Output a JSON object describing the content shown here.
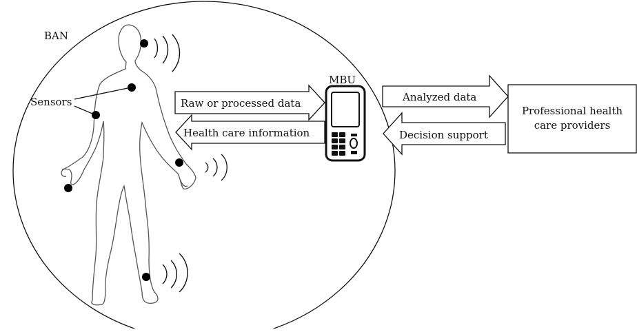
{
  "ban_label": "BAN",
  "sensors_label": "Sensors",
  "mbu_label": "MBU",
  "arrows": {
    "raw_data": "Raw or processed data",
    "health_info": "Health care information",
    "analyzed_data": "Analyzed data",
    "decision_support": "Decision support"
  },
  "provider": {
    "line1": "Professional health",
    "line2": "care providers"
  },
  "icons": [
    "human-body-icon",
    "mobile-phone-icon",
    "wireless-signal-icon",
    "sensor-dot-icon"
  ]
}
